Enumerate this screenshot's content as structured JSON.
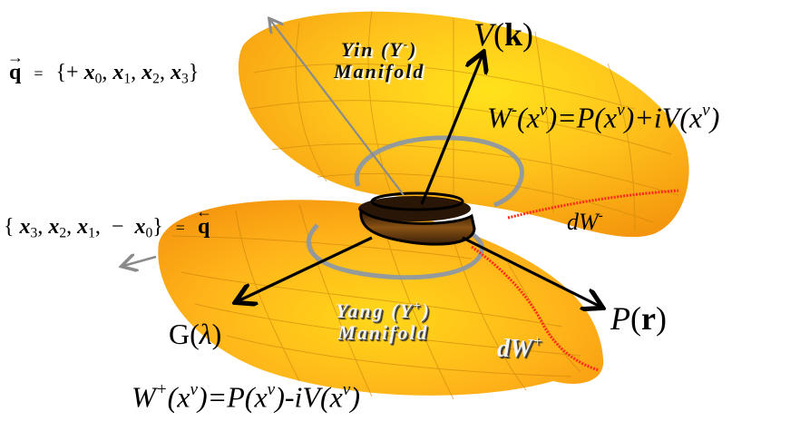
{
  "figure": {
    "type": "yin-yang manifold diagram",
    "colors": {
      "surface_light": "#ffd21a",
      "surface_mid": "#ffb21a",
      "surface_dark": "#f08a0a",
      "grid_line": "#c9830a",
      "ring_gray": "#8a96a8",
      "throat_dark": "#3a2108",
      "red_curve": "#ff2a1a",
      "axis_black": "#000000",
      "axis_gray": "#8a8a8a"
    }
  },
  "labels": {
    "q_forward": {
      "lhs": "q",
      "arrow": "→",
      "equals": "=",
      "rhs_open": "{+ ",
      "terms": [
        "x",
        "0",
        "x",
        "1",
        "x",
        "2",
        "x",
        "3"
      ],
      "rhs_close": "}"
    },
    "q_backward": {
      "open": "{",
      "terms": [
        "x",
        "3",
        "x",
        "2",
        "x",
        "1",
        "x",
        "0"
      ],
      "minus": "−",
      "close": "}",
      "equals": "=",
      "rhs": "q",
      "arrow": "←"
    },
    "yin_manifold": {
      "line1": "Yin (Y",
      "sup": "-",
      "line1_end": ")",
      "line2": "Manifold"
    },
    "yang_manifold": {
      "line1": "Yang (Y",
      "sup": "+",
      "line1_end": ")",
      "line2": "Manifold"
    },
    "axis_V": {
      "fn": "V",
      "arg": "k"
    },
    "axis_P": {
      "fn": "P",
      "arg": "r"
    },
    "axis_G": {
      "fn": "G",
      "arg": "λ"
    },
    "w_minus": {
      "W": "W",
      "sup": "-",
      "eq": "(x",
      "nu": "ν",
      "rest1": ")=P(x",
      "rest2": ")+iV(x",
      "end": ")"
    },
    "w_plus": {
      "W": "W",
      "sup": "+",
      "eq": "(x",
      "nu": "ν",
      "rest1": ")=P(x",
      "rest2": ")-iV(x",
      "end": ")"
    },
    "dW_minus": {
      "d": "dW",
      "sup": "-"
    },
    "dW_plus": {
      "d": "dW",
      "sup": "+"
    }
  }
}
